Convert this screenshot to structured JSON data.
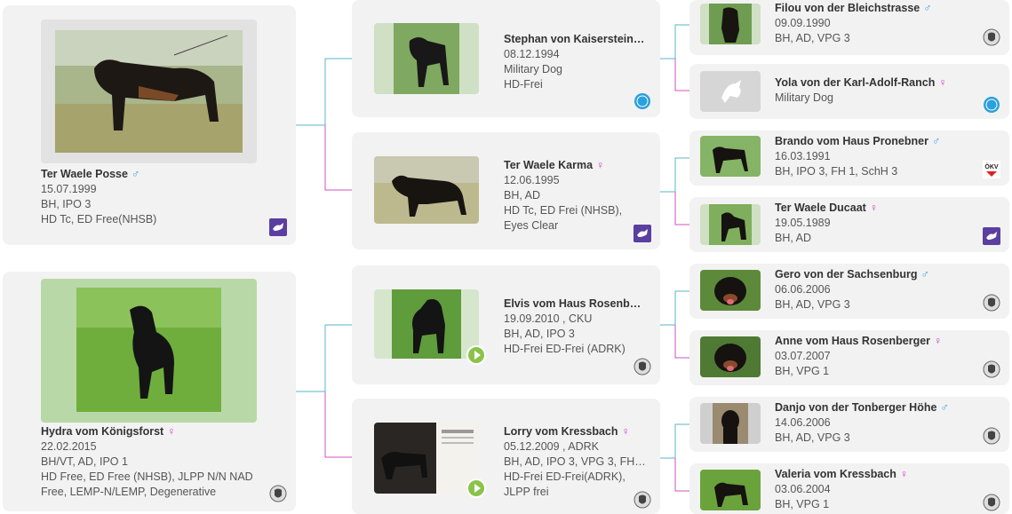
{
  "gen1": [
    {
      "name": "Ter Waele Posse",
      "sex": "♂",
      "lines": [
        "15.07.1999",
        "BH, IPO 3",
        "HD Tc, ED Free(NHSB)"
      ],
      "badge": "purple-dog-badge"
    },
    {
      "name": "Hydra vom Königsforst",
      "sex": "♀",
      "lines": [
        "22.02.2015",
        "BH/VT, AD, IPO 1",
        "HD Free, ED Free (NHSB), JLPP N/N NAD",
        "Free, LEMP-N/LEMP, Degenerative"
      ],
      "badge": "rottweiler-badge"
    }
  ],
  "gen2": [
    {
      "name": "Stephan von Kaiserstein…",
      "sex": "",
      "lines": [
        "08.12.1994",
        "Military Dog",
        "HD-Frei"
      ],
      "badge": "fci-badge"
    },
    {
      "name": "Ter Waele Karma",
      "sex": "♀",
      "lines": [
        "12.06.1995",
        "BH, AD",
        "HD Tc, ED Frei (NHSB),",
        "Eyes Clear"
      ],
      "badge": "purple-dog-badge"
    },
    {
      "name": "Elvis vom Haus Rosenb…",
      "sex": "",
      "lines": [
        "19.09.2010 , CKU",
        "BH, AD, IPO 3",
        "HD-Frei ED-Frei (ADRK)"
      ],
      "badge": "rottweiler-badge"
    },
    {
      "name": "Lorry vom Kressbach",
      "sex": "♀",
      "lines": [
        "05.12.2009 , ADRK",
        "BH, AD, IPO 3, VPG 3, FH…",
        "HD-Frei ED-Frei(ADRK),",
        "JLPP frei"
      ],
      "badge": "rottweiler-badge"
    }
  ],
  "gen3": [
    {
      "name": "Filou von der Bleichstrasse",
      "sex": "♂",
      "lines": [
        "09.09.1990",
        "BH, AD, VPG 3"
      ],
      "badge": "rottweiler-badge"
    },
    {
      "name": "Yola von der Karl-Adolf-Ranch",
      "sex": "♀",
      "lines": [
        "Military Dog"
      ],
      "badge": "fci-badge"
    },
    {
      "name": "Brando vom Haus Pronebner",
      "sex": "♂",
      "lines": [
        "16.03.1991",
        "BH, IPO 3, FH 1, SchH 3"
      ],
      "badge": "okv-badge"
    },
    {
      "name": "Ter Waele Ducaat",
      "sex": "♀",
      "lines": [
        "19.05.1989",
        "BH, AD"
      ],
      "badge": "purple-dog-badge"
    },
    {
      "name": "Gero von der Sachsenburg",
      "sex": "♂",
      "lines": [
        "06.06.2006",
        "BH, AD, VPG 3"
      ],
      "badge": "rottweiler-badge"
    },
    {
      "name": "Anne vom Haus Rosenberger",
      "sex": "♀",
      "lines": [
        "03.07.2007",
        "BH, VPG 1"
      ],
      "badge": "rottweiler-badge"
    },
    {
      "name": "Danjo von der Tonberger Höhe",
      "sex": "♂",
      "lines": [
        "14.06.2006",
        "BH, AD, VPG 3"
      ],
      "badge": "rottweiler-badge"
    },
    {
      "name": "Valeria vom Kressbach",
      "sex": "♀",
      "lines": [
        "03.06.2004",
        "BH, VPG 1"
      ],
      "badge": "rottweiler-badge"
    }
  ],
  "colors": {
    "male_line": "#5ab4c8",
    "female_line": "#d050c0",
    "card_bg": "#f2f2f2",
    "male_symbol": "#3aa0e0",
    "female_symbol": "#d040d0"
  }
}
